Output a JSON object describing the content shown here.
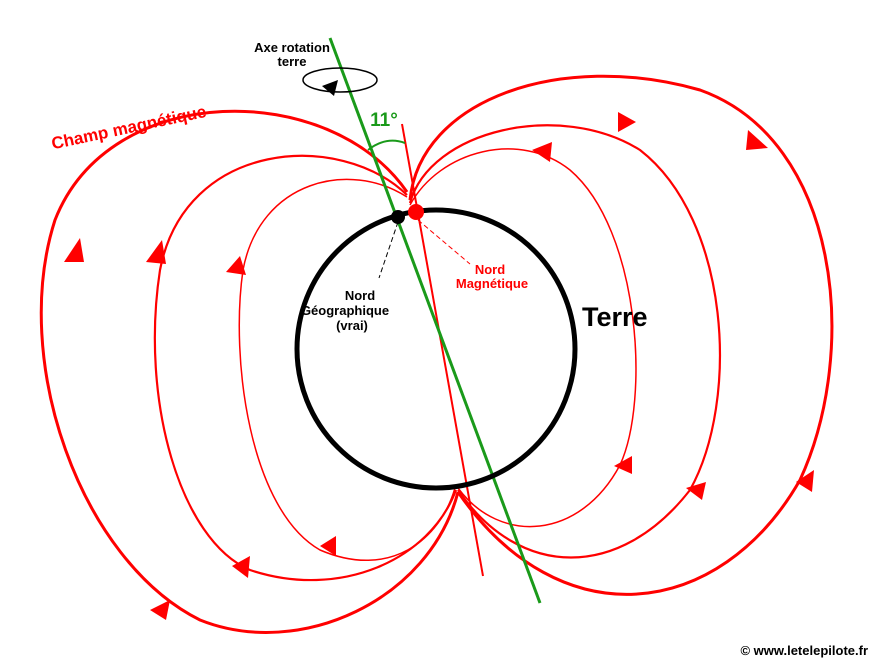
{
  "labels": {
    "axis_line1": "Axe rotation",
    "axis_line2": "terre",
    "angle": "11°",
    "field": "Champ magnétique",
    "geo_line1": "Nord",
    "geo_line2": "Géographique",
    "geo_line3": "(vrai)",
    "mag_line1": "Nord",
    "mag_line2": "Magnétique",
    "earth": "Terre",
    "copyright": "© www.letelepilote.fr"
  },
  "colors": {
    "field": "#ff0000",
    "axis": "#1a9a1a",
    "earth": "#000000",
    "text_dark": "#000000"
  }
}
